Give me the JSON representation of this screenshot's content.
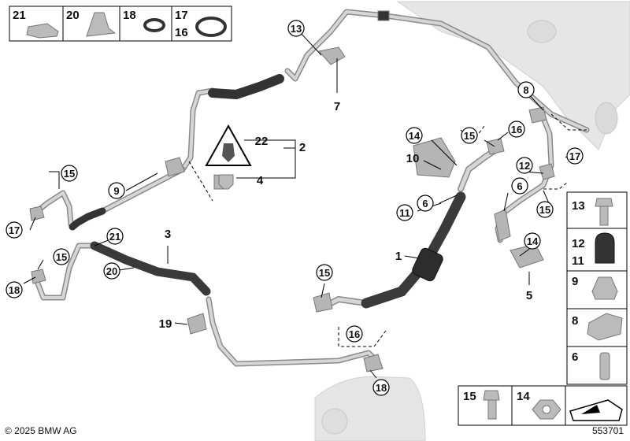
{
  "callouts": {
    "c13": "13",
    "c7": "7",
    "c8": "8",
    "c22": "22",
    "c2": "2",
    "c4": "4",
    "c15a": "15",
    "c9": "9",
    "c17a": "17",
    "c14a": "14",
    "c10": "10",
    "c15b": "15",
    "c16a": "16",
    "c6a": "6",
    "c11a": "11",
    "c12a": "12",
    "c6b": "6",
    "c15c": "15",
    "c17b": "17",
    "c3": "3",
    "c21": "21",
    "c15d": "15",
    "c20": "20",
    "c18a": "18",
    "c19": "19",
    "c1": "1",
    "c14b": "14",
    "c5": "5",
    "c15e": "15",
    "c16b": "16",
    "c18b": "18"
  },
  "top_legend": [
    "21",
    "20",
    "18",
    "17",
    "16"
  ],
  "right_legend": [
    "13",
    "12",
    "11",
    "9",
    "8",
    "6"
  ],
  "bottom_legend": [
    "15",
    "14"
  ],
  "footer": {
    "copyright": "© 2025 BMW AG",
    "diagram_number": "553701"
  },
  "colors": {
    "pipe": "#c8c8c8",
    "pipe_edge": "#8a8a8a",
    "hose": "#3a3a3a",
    "part": "#9a9a9a",
    "line": "#000000"
  }
}
